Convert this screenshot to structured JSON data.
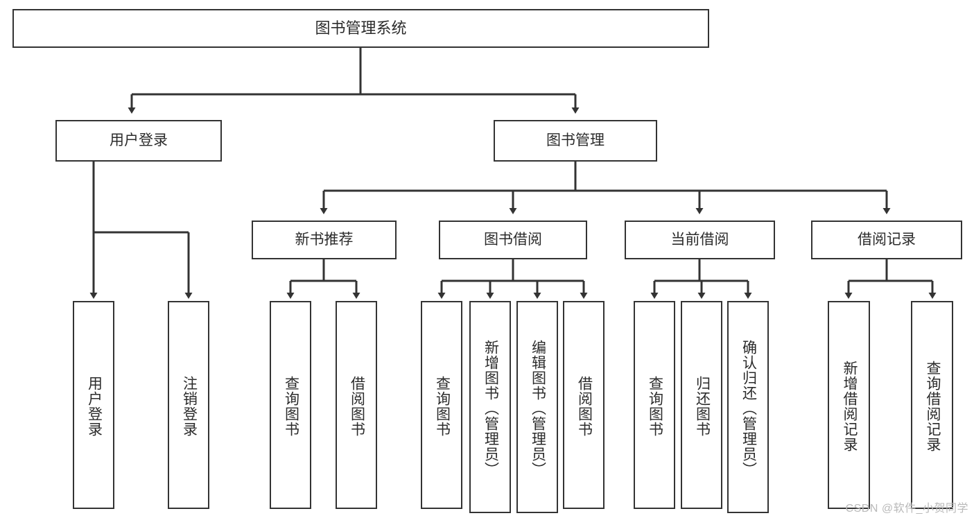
{
  "diagram": {
    "title": "图书管理系统",
    "type": "tree",
    "watermark": "CSDN @软件_小贺同学",
    "colors": {
      "stroke": "#333333",
      "box_fill": "#ffffff",
      "text": "#2b2b2b",
      "watermark": "#b9b9b9",
      "background": "#ffffff"
    },
    "nodes": {
      "root": {
        "label": "图书管理系统"
      },
      "level2": [
        {
          "id": "user-login",
          "label": "用户登录"
        },
        {
          "id": "book-manage",
          "label": "图书管理"
        }
      ],
      "level3": [
        {
          "id": "new-book-recommend",
          "label": "新书推荐"
        },
        {
          "id": "book-borrow",
          "label": "图书借阅"
        },
        {
          "id": "current-borrow",
          "label": "当前借阅"
        },
        {
          "id": "borrow-record",
          "label": "借阅记录"
        }
      ],
      "leaves": {
        "user-login": [
          {
            "id": "leaf-user-login",
            "label": "用户登录"
          },
          {
            "id": "leaf-user-logout",
            "label": "注销登录"
          }
        ],
        "new-book-recommend": [
          {
            "id": "leaf-query-book-1",
            "label": "查询图书"
          },
          {
            "id": "leaf-borrow-book-1",
            "label": "借阅图书"
          }
        ],
        "book-borrow": [
          {
            "id": "leaf-query-book-2",
            "label": "查询图书"
          },
          {
            "id": "leaf-add-book-admin",
            "label": "新增图书（管理员）"
          },
          {
            "id": "leaf-edit-book-admin",
            "label": "编辑图书（管理员）"
          },
          {
            "id": "leaf-borrow-book-2",
            "label": "借阅图书"
          }
        ],
        "current-borrow": [
          {
            "id": "leaf-query-book-3",
            "label": "查询图书"
          },
          {
            "id": "leaf-return-book",
            "label": "归还图书"
          },
          {
            "id": "leaf-confirm-return-admin",
            "label": "确认归还（管理员）"
          }
        ],
        "borrow-record": [
          {
            "id": "leaf-add-borrow-record",
            "label": "新增借阅记录"
          },
          {
            "id": "leaf-query-borrow-record",
            "label": "查询借阅记录"
          }
        ]
      }
    }
  }
}
